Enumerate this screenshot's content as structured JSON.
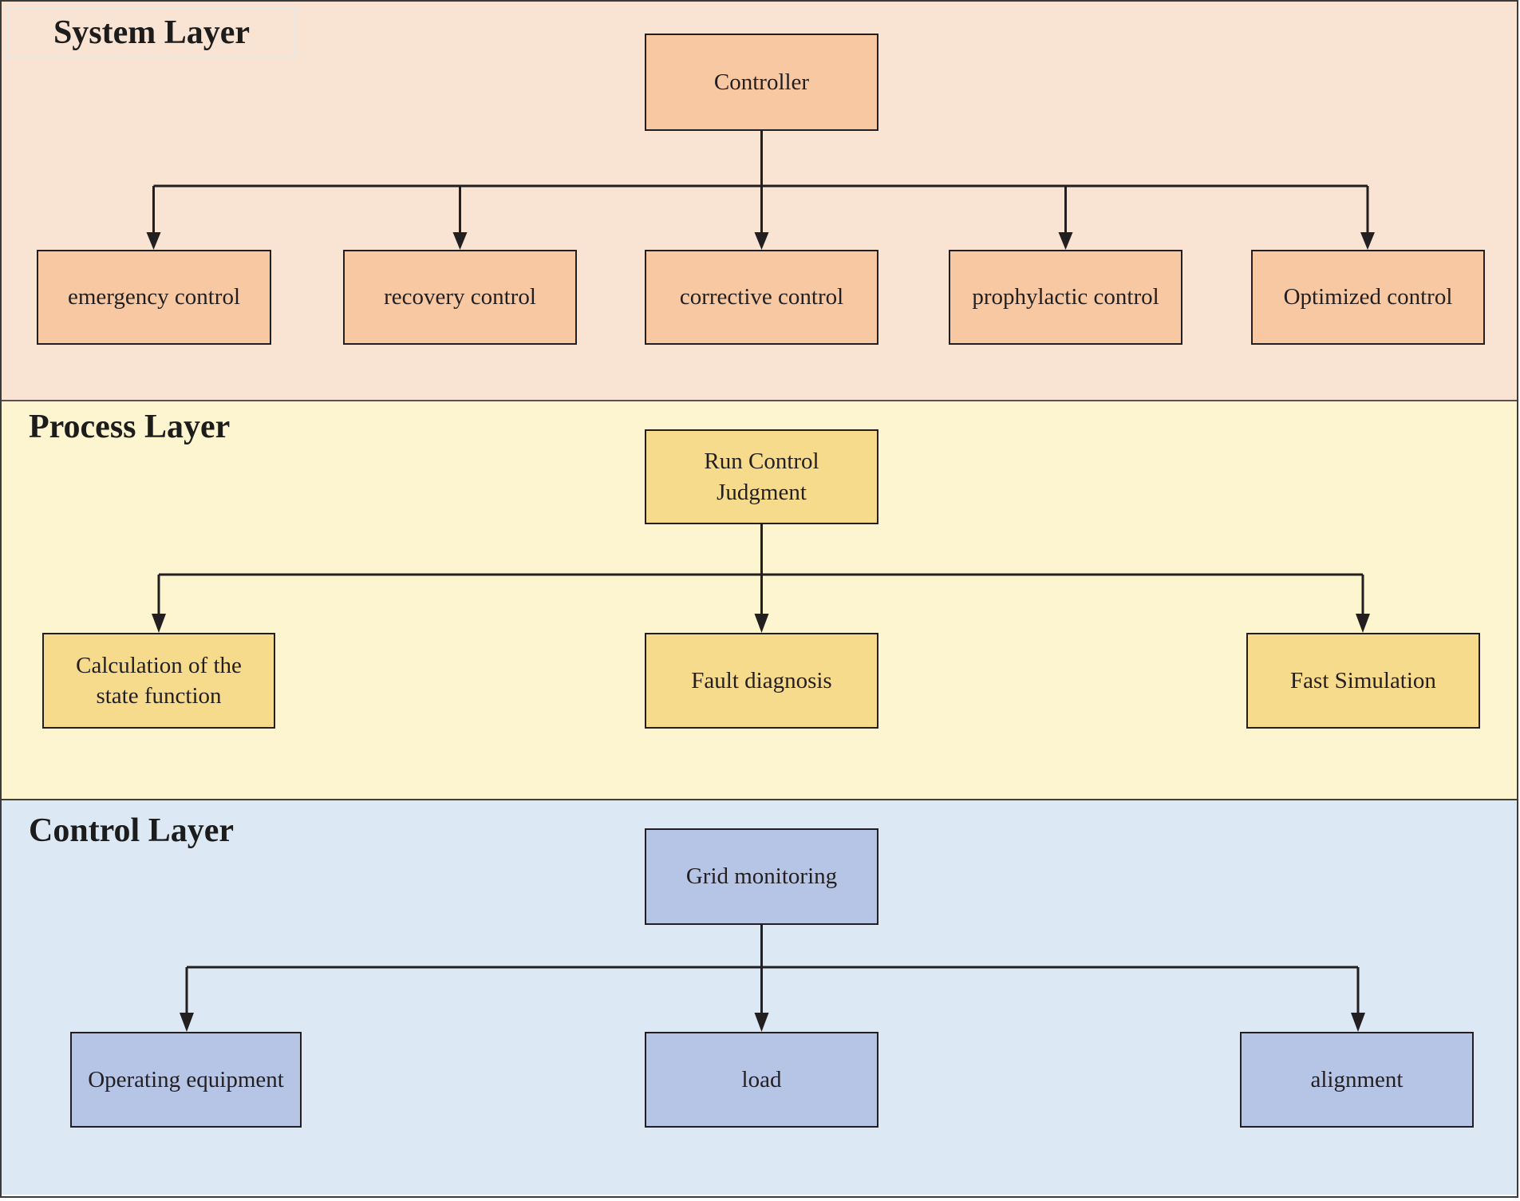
{
  "diagram": {
    "connector_color": "#231f20",
    "node_border_color": "#231f20",
    "outer_border_color": "#3b3b3b",
    "layers": [
      {
        "title": "System Layer",
        "band_color": "#f9e3d3",
        "box_color": "#f7c8a2",
        "parent": {
          "label": "Controller"
        },
        "children": [
          {
            "label": "emergency control"
          },
          {
            "label": "recovery control"
          },
          {
            "label": "corrective control"
          },
          {
            "label": "prophylactic control"
          },
          {
            "label": "Optimized control"
          }
        ]
      },
      {
        "title": "Process Layer",
        "band_color": "#fdf5cf",
        "box_color": "#f7db8d",
        "parent": {
          "lines": [
            "Run Control",
            "Judgment"
          ]
        },
        "children": [
          {
            "lines": [
              "Calculation of the",
              "state function"
            ]
          },
          {
            "label": "Fault diagnosis"
          },
          {
            "label": "Fast Simulation"
          }
        ]
      },
      {
        "title": "Control Layer",
        "band_color": "#dce8f4",
        "box_color": "#b6c5e5",
        "parent": {
          "label": "Grid monitoring"
        },
        "children": [
          {
            "label": "Operating equipment"
          },
          {
            "label": "load"
          },
          {
            "label": "alignment"
          }
        ]
      }
    ]
  }
}
